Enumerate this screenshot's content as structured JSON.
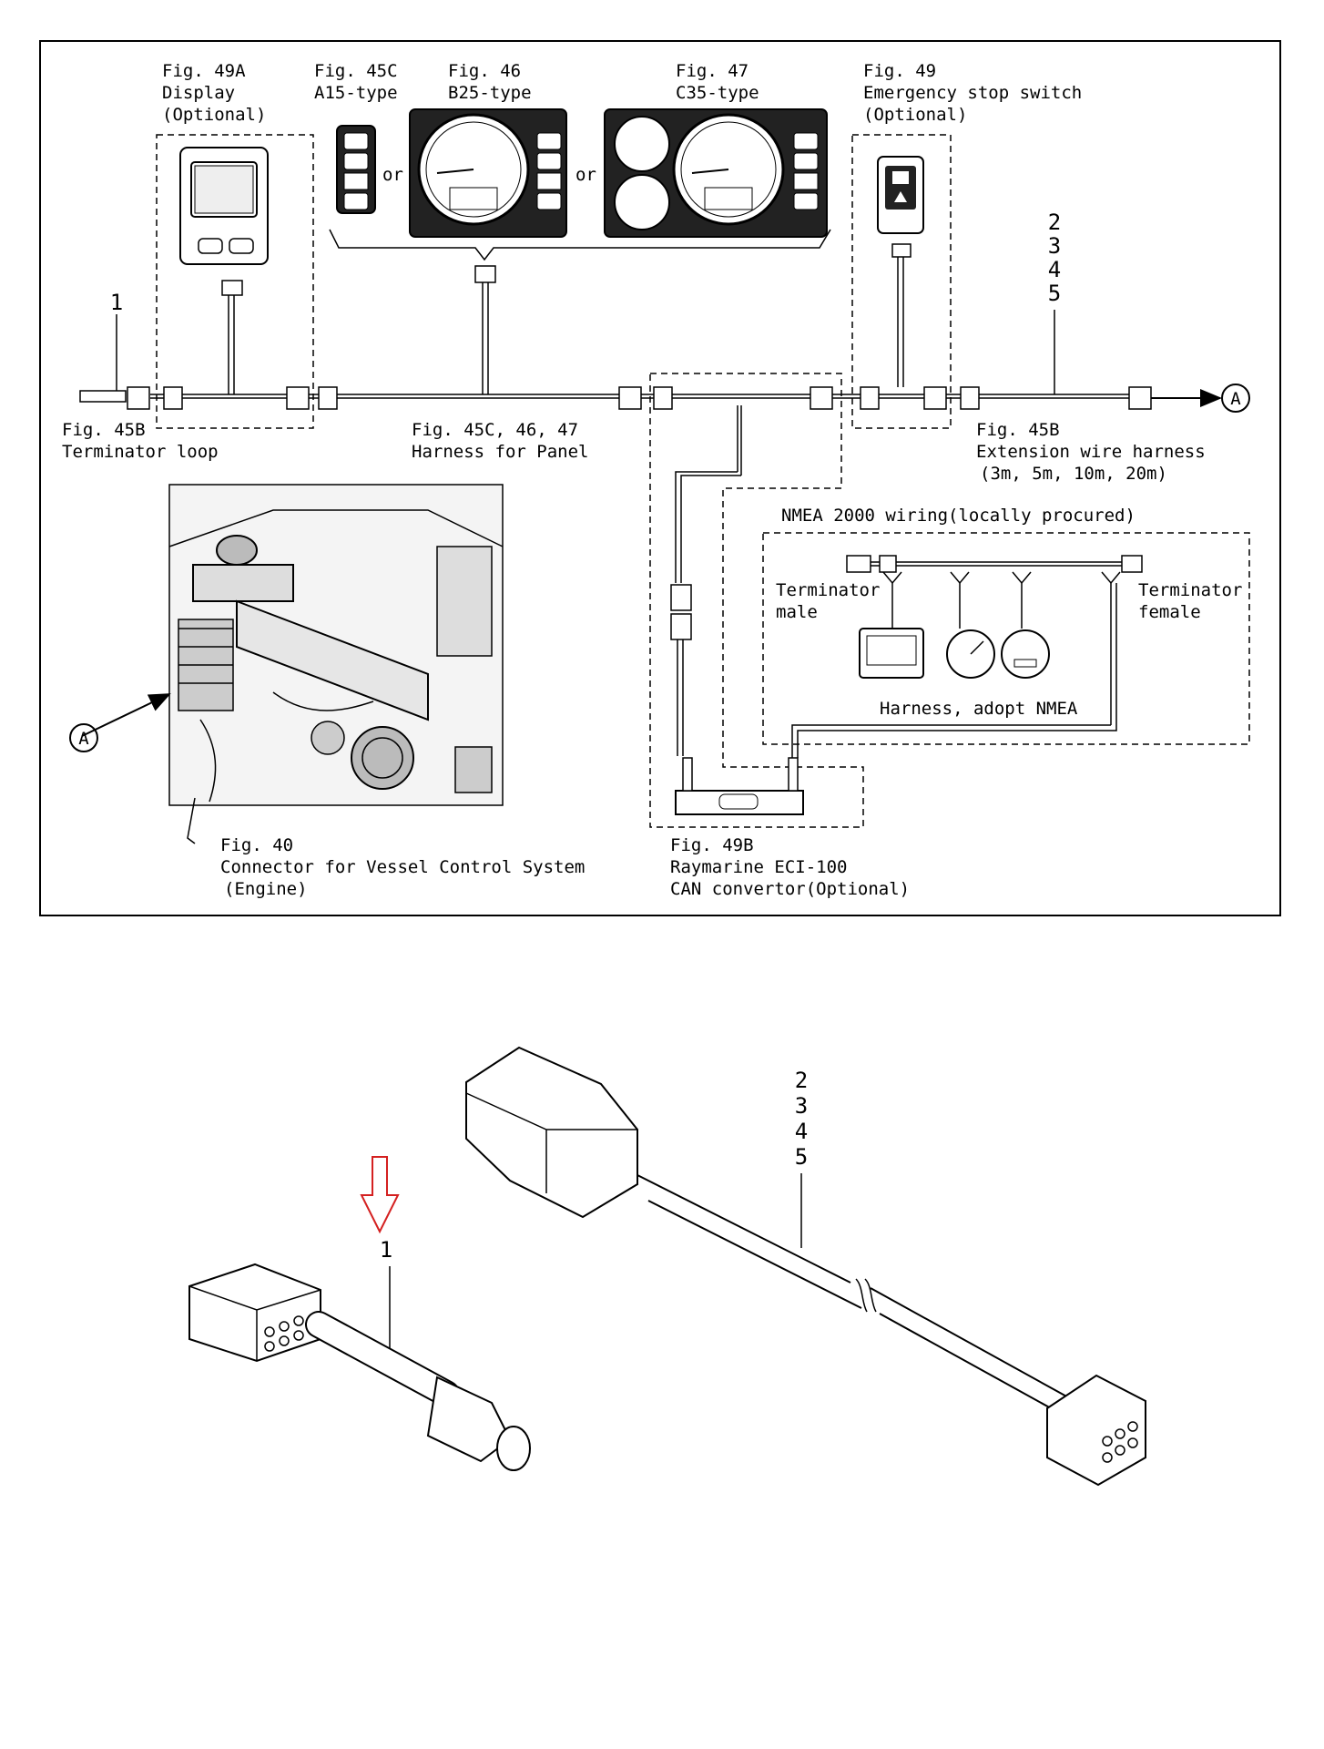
{
  "labels": {
    "fig49a": [
      "Fig. 49A",
      "Display",
      "(Optional)"
    ],
    "fig45c": [
      "Fig. 45C",
      "A15-type"
    ],
    "fig46": [
      "Fig. 46",
      "B25-type"
    ],
    "fig47": [
      "Fig. 47",
      "C35-type"
    ],
    "fig49": [
      "Fig. 49",
      "Emergency stop switch",
      "(Optional)"
    ],
    "or": "or",
    "fig45b_left": [
      "Fig. 45B",
      "Terminator loop"
    ],
    "fig45c_harness": [
      "Fig. 45C, 46, 47",
      "Harness for Panel"
    ],
    "fig45b_right": [
      "Fig. 45B",
      "Extension wire harness",
      "(3m, 5m, 10m, 20m)"
    ],
    "nmea_title": "NMEA 2000 wiring(locally procured)",
    "terminator_male": [
      "Terminator",
      "male"
    ],
    "terminator_female": [
      "Terminator",
      "female"
    ],
    "harness_nmea": "Harness, adopt NMEA",
    "fig40": [
      "Fig. 40",
      "Connector for Vessel Control System",
      "(Engine)"
    ],
    "fig49b": [
      "Fig. 49B",
      "Raymarine ECI-100",
      "CAN convertor(Optional)"
    ],
    "callout_a": "A",
    "part1": "1",
    "parts_2_5": [
      "2",
      "3",
      "4",
      "5"
    ]
  },
  "colors": {
    "line": "#000000",
    "arrow_red": "#d42020",
    "background": "#ffffff"
  }
}
